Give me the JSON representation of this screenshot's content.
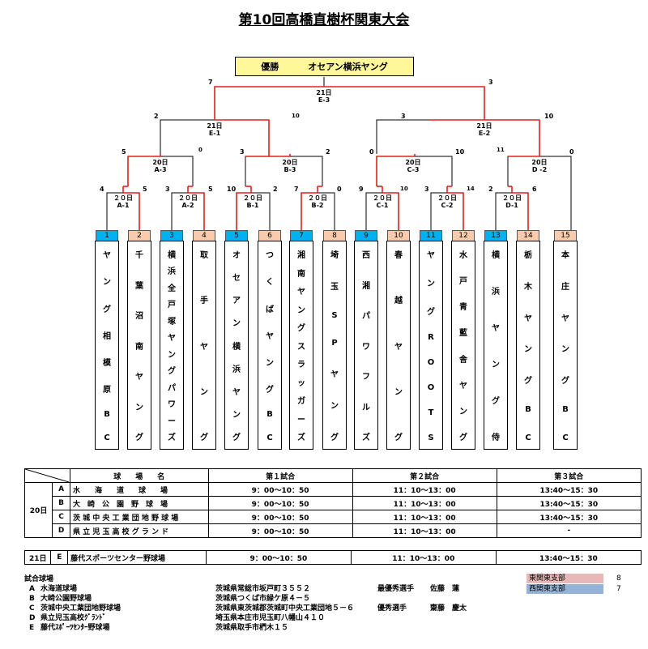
{
  "title": "第10回高橋直樹杯関東大会",
  "champion": {
    "label": "優勝",
    "team": "オセアン横浜ヤング"
  },
  "final": {
    "day": "21日",
    "code": "E-3",
    "score_left": "7",
    "score_right": "3"
  },
  "semis": [
    {
      "day": "21日",
      "code": "E-1",
      "score_left": "2",
      "score_right": "10"
    },
    {
      "day": "21日",
      "code": "E-2",
      "score_left": "3",
      "score_right": "10"
    }
  ],
  "quarters": [
    {
      "day": "20日",
      "code": "A-3",
      "score_left": "5",
      "score_right": "0"
    },
    {
      "day": "20日",
      "code": "B-3",
      "score_left": "3",
      "score_right": "2"
    },
    {
      "day": "20日",
      "code": "C-3",
      "score_left": "0",
      "score_right": "10"
    },
    {
      "day": "20日",
      "code": "D -2",
      "score_left": "11",
      "score_right": "0"
    }
  ],
  "round1": [
    {
      "day": "２０日",
      "code": "A-1",
      "score_left": "4",
      "score_right": "5"
    },
    {
      "day": "２０日",
      "code": "A-2",
      "score_left": "3",
      "score_right": "5"
    },
    {
      "day": "２０日",
      "code": "B-1",
      "score_left": "10",
      "score_right": "2"
    },
    {
      "day": "２０日",
      "code": "B-2",
      "score_left": "7",
      "score_right": "0"
    },
    {
      "day": "２０日",
      "code": "C-1",
      "score_left": "9",
      "score_right": "10"
    },
    {
      "day": "２０日",
      "code": "C-2",
      "score_left": "3",
      "score_right": "14"
    },
    {
      "day": "２０日",
      "code": "D-1",
      "score_left": "2",
      "score_right": "6"
    }
  ],
  "teams": [
    {
      "no": "1",
      "name": "ヤング相模原BC",
      "color": "#00b0f0"
    },
    {
      "no": "2",
      "name": "千葉沼南ヤング",
      "color": "#f8cbad"
    },
    {
      "no": "3",
      "name": "横浜全戸塚ヤングパワーズ",
      "color": "#00b0f0"
    },
    {
      "no": "4",
      "name": "取手ヤング",
      "color": "#f8cbad"
    },
    {
      "no": "5",
      "name": "オセアン横浜ヤング",
      "color": "#00b0f0"
    },
    {
      "no": "6",
      "name": "つくばヤングBC",
      "color": "#f8cbad"
    },
    {
      "no": "7",
      "name": "湘南ヤングスラッガーズ",
      "color": "#00b0f0"
    },
    {
      "no": "8",
      "name": "埼玉SPヤング",
      "color": "#f8cbad"
    },
    {
      "no": "9",
      "name": "西湘パワフルズ",
      "color": "#00b0f0"
    },
    {
      "no": "10",
      "name": "春越ヤング",
      "color": "#f8cbad"
    },
    {
      "no": "11",
      "name": "ヤングROOTS",
      "color": "#00b0f0"
    },
    {
      "no": "12",
      "name": "水戸青藍舎ヤング",
      "color": "#f8cbad"
    },
    {
      "no": "13",
      "name": "横浜ヤング侍",
      "color": "#00b0f0"
    },
    {
      "no": "14",
      "name": "栃木ヤングBC",
      "color": "#f8cbad"
    },
    {
      "no": "15",
      "name": "本庄ヤングBC",
      "color": "#f8cbad"
    }
  ],
  "schedule": {
    "header": {
      "venue": "球　　場　　名",
      "g1": "第１試合",
      "g2": "第２試合",
      "g3": "第３試合"
    },
    "day20": "20日",
    "rows20": [
      {
        "code": "A",
        "venue": "水　　海　　道　　球　　場",
        "g1": "9：00～10：50",
        "g2": "11：10～13：00",
        "g3": "13:40～15：30"
      },
      {
        "code": "B",
        "venue": "大　崎　公　園　野　球　場",
        "g1": "9：00～10：50",
        "g2": "11：10～13：00",
        "g3": "13:40～15：30"
      },
      {
        "code": "C",
        "venue": "茨 城 中 央 工 業 団 地 野 球 場",
        "g1": "9：00～10：50",
        "g2": "11：10～13：00",
        "g3": "13:40～15：30"
      },
      {
        "code": "D",
        "venue": "県 立 児 玉 高 校 グ ラ ン ド",
        "g1": "9：00～10：50",
        "g2": "11：10～13：00",
        "g3": "-"
      }
    ],
    "day21": "21日",
    "row21": {
      "code": "E",
      "venue": "藤代スポーツセンター野球場",
      "g1": "9：00～10：50",
      "g2": "11：10～13：00",
      "g3": "13:40～15：30"
    }
  },
  "venues_title": "試合球場",
  "venues": [
    {
      "code": "A",
      "name": "水海道球場",
      "address": "茨城県常総市坂戸町３５５２"
    },
    {
      "code": "B",
      "name": "大崎公園野球場",
      "address": "茨城県つくば市緑ケ原４－５"
    },
    {
      "code": "C",
      "name": "茨城中央工業団地野球場",
      "address": "茨城県東茨城郡茨城町中央工業団地５－６"
    },
    {
      "code": "D",
      "name": "県立児玉高校ｸﾞﾗﾝﾄﾞ",
      "address": "埼玉県本庄市児玉町八幡山４１０"
    },
    {
      "code": "E",
      "name": "藤代ｽﾎﾟｰﾂｾﾝﾀｰ野球場",
      "address": "茨城県取手市椚木１５"
    }
  ],
  "awards": [
    {
      "label": "最優秀選手",
      "name": "佐藤　蓮"
    },
    {
      "label": "優秀選手",
      "name": "齋藤　慶太"
    }
  ],
  "branches": [
    {
      "label": "東関東支部",
      "count": "8",
      "color": "#e6b8b7"
    },
    {
      "label": "西関東支部",
      "count": "7",
      "color": "#95b3d7"
    }
  ]
}
